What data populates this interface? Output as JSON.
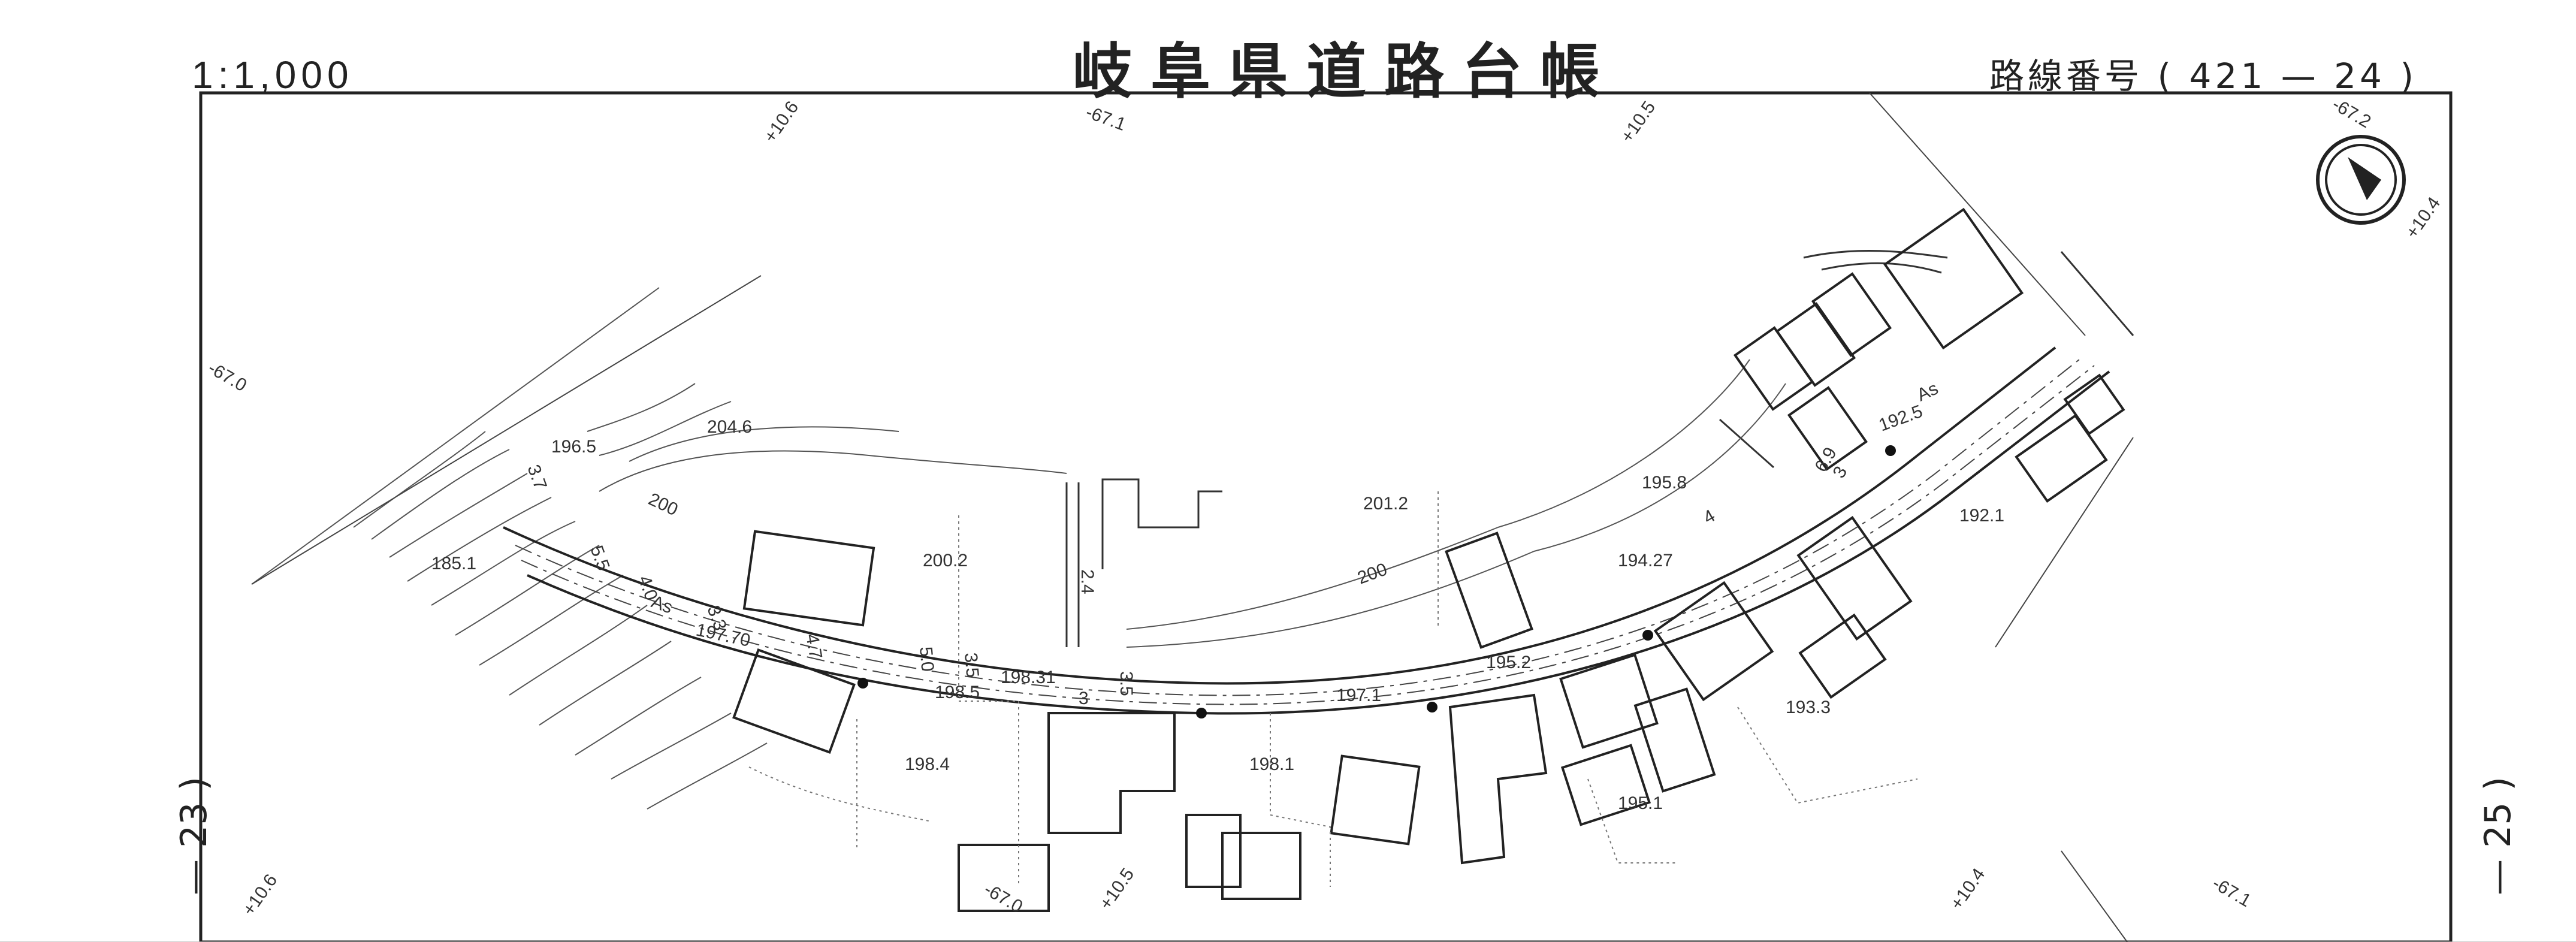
{
  "header": {
    "scale": "1:1,000",
    "title": "岐阜県道路台帳",
    "route_label": "路線番号",
    "route_open": "(",
    "route_number": "421",
    "route_dash": "—",
    "route_sheet": "24",
    "route_close": ")"
  },
  "margins": {
    "left_adjacent": "— 23 )",
    "right_adjacent": "— 25 )"
  },
  "map": {
    "grid_labels": [
      "+10.6",
      "-67.1",
      "+10.5",
      "-67.2",
      "+10.4",
      "-67.0",
      "+10.6",
      "-67.0",
      "+10.5",
      "+10.4",
      "-67.1"
    ],
    "elevations": [
      "204.6",
      "196.5",
      "185.1",
      "200.2",
      "197.70",
      "198.5",
      "198.4",
      "201.2",
      "198.1",
      "197.1",
      "195.2",
      "195.1",
      "193.3",
      "195.8",
      "192.5",
      "192.1",
      "194.27",
      "198.31"
    ],
    "contour_labels": [
      "200",
      "200"
    ],
    "pavement_labels": [
      "As",
      "As"
    ],
    "width_labels": [
      "3.7",
      "5.5",
      "4.0",
      "3.3",
      "4.7",
      "5.0",
      "3.5",
      "2.4",
      "3",
      "3.5",
      "4",
      "6.9",
      "3"
    ],
    "north_arrow": "north-arrow-icon"
  },
  "colors": {
    "ink": "#222222",
    "paper": "#ffffff"
  }
}
